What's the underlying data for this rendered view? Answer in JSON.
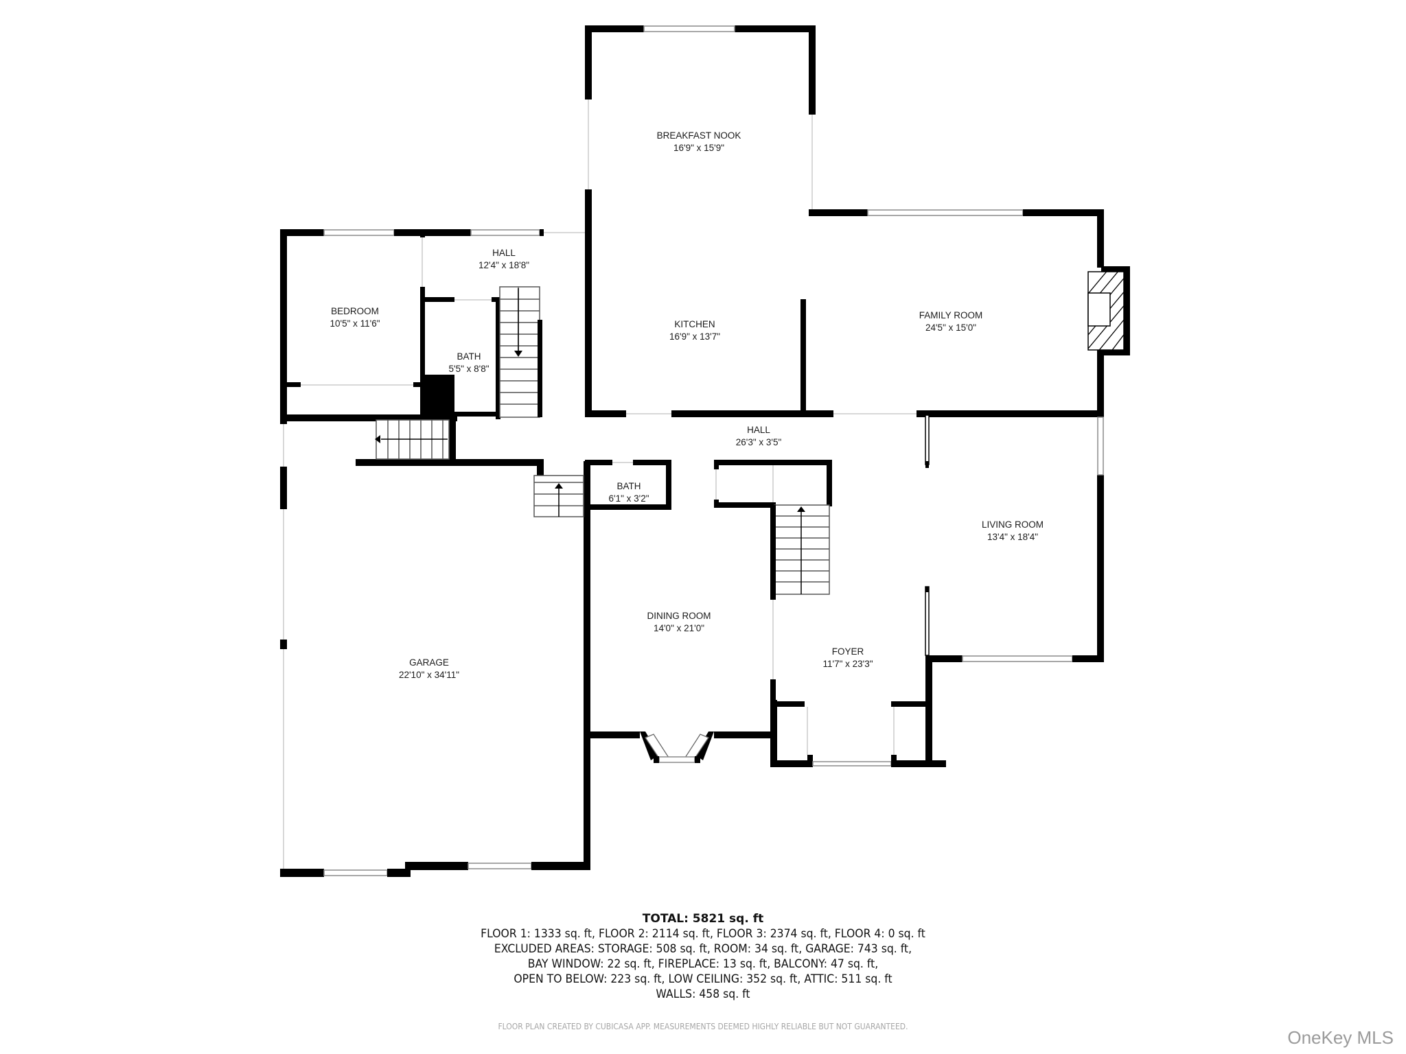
{
  "rooms": {
    "breakfast_nook": {
      "name": "BREAKFAST NOOK",
      "dims": "16'9\" x 15'9\""
    },
    "kitchen": {
      "name": "KITCHEN",
      "dims": "16'9\" x 13'7\""
    },
    "family_room": {
      "name": "FAMILY ROOM",
      "dims": "24'5\" x 15'0\""
    },
    "hall_upper": {
      "name": "HALL",
      "dims": "12'4\" x 18'8\""
    },
    "bedroom": {
      "name": "BEDROOM",
      "dims": "10'5\" x 11'6\""
    },
    "bath_upper": {
      "name": "BATH",
      "dims": "5'5\" x 8'8\""
    },
    "hall_main": {
      "name": "HALL",
      "dims": "26'3\" x 3'5\""
    },
    "bath_small": {
      "name": "BATH",
      "dims": "6'1\" x 3'2\""
    },
    "living_room": {
      "name": "LIVING ROOM",
      "dims": "13'4\" x 18'4\""
    },
    "dining_room": {
      "name": "DINING ROOM",
      "dims": "14'0\" x 21'0\""
    },
    "foyer": {
      "name": "FOYER",
      "dims": "11'7\" x 23'3\""
    },
    "garage": {
      "name": "GARAGE",
      "dims": "22'10\" x 34'11\""
    }
  },
  "summary": {
    "total": "TOTAL: 5821 sq. ft",
    "lines": [
      "FLOOR 1: 1333 sq. ft, FLOOR 2: 2114 sq. ft, FLOOR 3: 2374 sq. ft, FLOOR 4: 0 sq. ft",
      "EXCLUDED AREAS: STORAGE: 508 sq. ft, ROOM: 34 sq. ft, GARAGE: 743 sq. ft,",
      "BAY WINDOW: 22 sq. ft, FIREPLACE: 13 sq. ft, BALCONY: 47 sq. ft,",
      "OPEN TO BELOW: 223 sq. ft, LOW CEILING: 352 sq. ft, ATTIC: 511 sq. ft",
      "WALLS: 458 sq. ft"
    ]
  },
  "disclaimer": "FLOOR PLAN CREATED BY CUBICASA APP. MEASUREMENTS DEEMED HIGHLY RELIABLE BUT NOT GUARANTEED.",
  "watermark": "OneKey MLS",
  "icons": {
    "fireplace": "fireplace-icon",
    "stairs": "stairs-icon",
    "window": "window-icon",
    "bay_window": "bay-window-icon"
  },
  "colors": {
    "wall": "#000000",
    "background": "#ffffff",
    "disclaimer": "#a6a6a6",
    "watermark": "#9a9a9a"
  }
}
